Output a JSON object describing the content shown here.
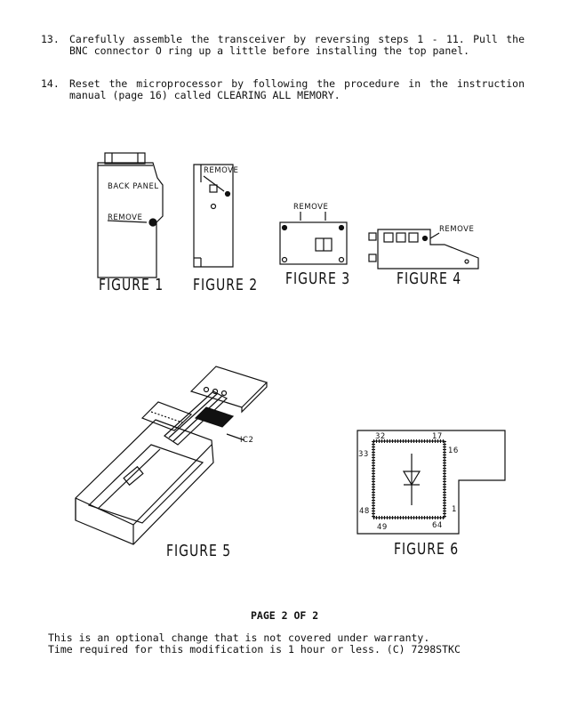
{
  "steps": [
    {
      "number": "13.",
      "text": "Carefully assemble the transceiver by reversing steps 1 - 11. Pull the BNC connector O ring up a little before installing the top panel."
    },
    {
      "number": "14.",
      "text": "Reset the microprocessor by following the procedure in the instruction manual (page 16) called CLEARING ALL MEMORY."
    }
  ],
  "figures": {
    "fig1": {
      "caption": "FIGURE 1",
      "label_back": "BACK PANEL",
      "label_remove": "REMOVE"
    },
    "fig2": {
      "caption": "FIGURE 2",
      "label_remove": "REMOVE"
    },
    "fig3": {
      "caption": "FIGURE 3",
      "label_remove": "REMOVE"
    },
    "fig4": {
      "caption": "FIGURE 4",
      "label_remove": "REMOVE"
    },
    "fig5": {
      "caption": "FIGURE 5",
      "label_ic": "IC2"
    },
    "fig6": {
      "caption": "FIGURE 6",
      "pin_32": "32",
      "pin_17": "17",
      "pin_16": "16",
      "pin_33": "33",
      "pin_48": "48",
      "pin_1": "1",
      "pin_49": "49",
      "pin_64": "64"
    }
  },
  "page_number": "PAGE 2 OF 2",
  "footer": {
    "line1": "This is an optional change that is not covered under warranty.",
    "line2": "Time required for this modification is 1 hour or less. (C) 7298STKC"
  }
}
